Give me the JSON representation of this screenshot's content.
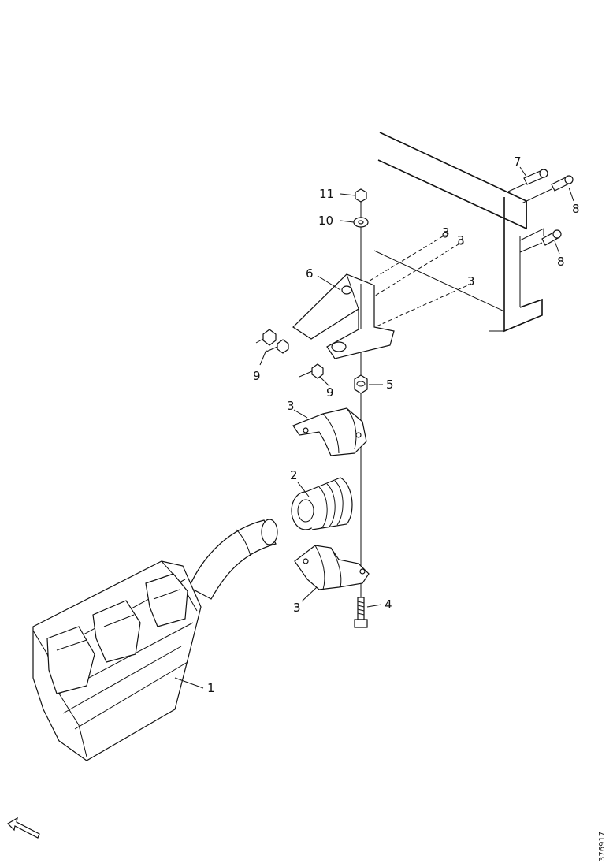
{
  "callouts": [
    {
      "id": "c1",
      "label": "1"
    },
    {
      "id": "c2",
      "label": "2"
    },
    {
      "id": "c3a",
      "label": "3"
    },
    {
      "id": "c3b",
      "label": "3"
    },
    {
      "id": "c3c",
      "label": "3"
    },
    {
      "id": "c3d",
      "label": "3"
    },
    {
      "id": "c3e",
      "label": "3"
    },
    {
      "id": "c4",
      "label": "4"
    },
    {
      "id": "c5",
      "label": "5"
    },
    {
      "id": "c6",
      "label": "6"
    },
    {
      "id": "c7",
      "label": "7"
    },
    {
      "id": "c8a",
      "label": "8"
    },
    {
      "id": "c8b",
      "label": "8"
    },
    {
      "id": "c9a",
      "label": "9"
    },
    {
      "id": "c9b",
      "label": "9"
    },
    {
      "id": "c10",
      "label": "10"
    },
    {
      "id": "c11",
      "label": "11"
    }
  ],
  "drawing_code": "376917",
  "icons": {
    "direction_arrow": "forward-direction-arrow-icon"
  }
}
